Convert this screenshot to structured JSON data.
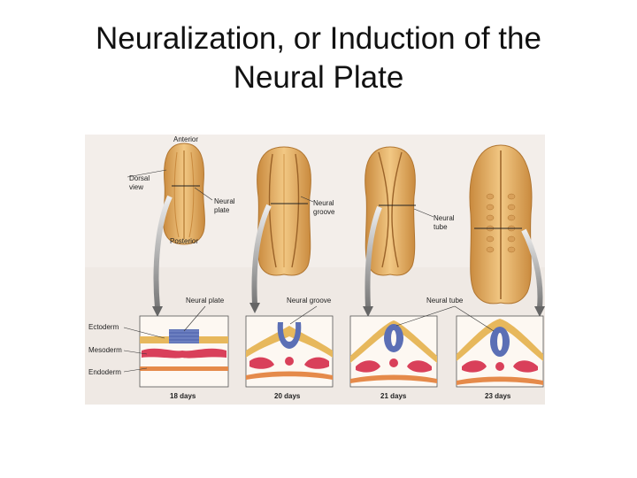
{
  "slide": {
    "title_line1": "Neuralization, or Induction of the",
    "title_line2": "Neural Plate"
  },
  "figure": {
    "embryo_labels": {
      "anterior": "Anterior",
      "dorsal_view_1": "Dorsal",
      "dorsal_view_2": "view",
      "neural_plate_1": "Neural",
      "neural_plate_2": "plate",
      "posterior": "Posterior",
      "neural_groove_1": "Neural",
      "neural_groove_2": "groove",
      "neural_tube_1": "Neural",
      "neural_tube_2": "tube"
    },
    "section_labels": {
      "neural_plate": "Neural plate",
      "neural_groove": "Neural groove",
      "neural_tube": "Neural tube",
      "ectoderm": "Ectoderm",
      "mesoderm": "Mesoderm",
      "endoderm": "Endoderm"
    },
    "days": [
      "18 days",
      "20 days",
      "21 days",
      "23 days"
    ],
    "colors": {
      "embryo": "#e8b56e",
      "embryo_dark": "#c98a3e",
      "neural_tissue": "#5b6fb5",
      "mesoderm": "#d9405a",
      "ectoderm": "#e7b85c",
      "endoderm": "#e58a4a",
      "background": "#f0e8e0"
    }
  }
}
